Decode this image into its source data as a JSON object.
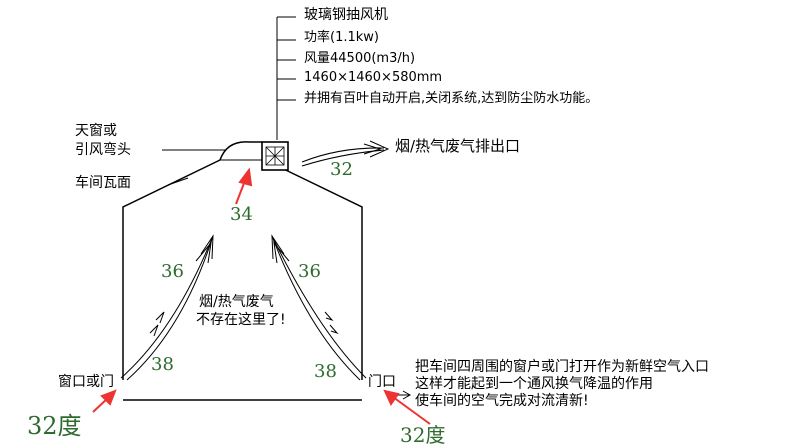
{
  "fan": {
    "name": "玻璃钢抽风机",
    "power": "功率(1.1kw)",
    "airflow": "风量44500(m3/h)",
    "size": "1460×1460×580mm",
    "feature": "并拥有百叶自动开启,关闭系统,达到防尘防水功能。"
  },
  "labels": {
    "skylight_line1": "天窗或",
    "skylight_line2": "引风弯头",
    "roof": "车间瓦面",
    "exhaust": "烟/热气废气排出口",
    "inside_line1": "烟/热气废气",
    "inside_line2": "不存在这里了!",
    "window_left": "窗口或门",
    "door_right": "门口",
    "note_line1": "把车间四周围的窗户或门打开作为新鲜空气入口",
    "note_line2": "这样才能起到一个通风换气降温的作用",
    "note_line3": "使车间的空气完成对流清新!"
  },
  "temperatures": {
    "exhaust": "32",
    "top": "34",
    "upper_left": "36",
    "upper_right": "36",
    "lower_left": "38",
    "lower_right": "38",
    "inlet_left": "32度",
    "inlet_right": "32度"
  },
  "colors": {
    "temperature_text": "#2f6b2f",
    "arrow_red": "#ee3333",
    "line": "#000000"
  }
}
